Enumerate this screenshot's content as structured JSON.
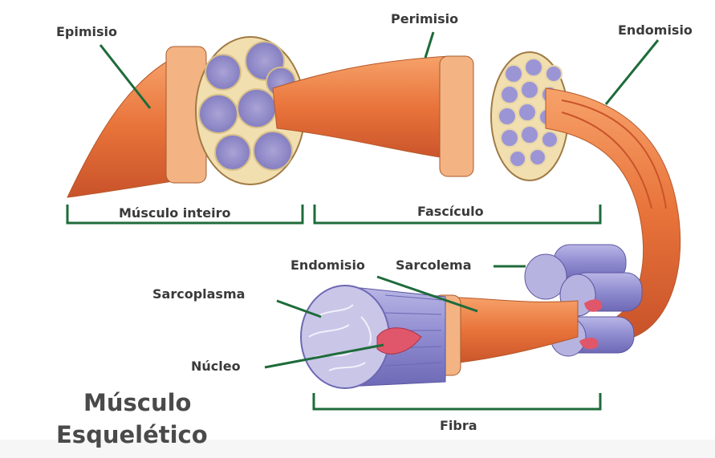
{
  "labels": {
    "epimisio": "Epimisio",
    "perimisio": "Perimisio",
    "endomisio_top": "Endomisio",
    "musculo_inteiro": "Músculo inteiro",
    "fasciculo": "Fascículo",
    "endomisio_mid": "Endomisio",
    "sarcolema": "Sarcolema",
    "sarcoplasma": "Sarcoplasma",
    "nucleo": "Núcleo",
    "fibra": "Fibra"
  },
  "title": {
    "line1": "Músculo",
    "line2": "Esquelético"
  },
  "colors": {
    "leader_line": "#1e6b3a",
    "bracket": "#1e6b3a",
    "muscle_orange": "#e8733a",
    "muscle_light": "#f3a06a",
    "sheath_tan": "#f0d9a8",
    "fiber_purple": "#8a86c9",
    "nucleus_pink": "#e0566a"
  }
}
